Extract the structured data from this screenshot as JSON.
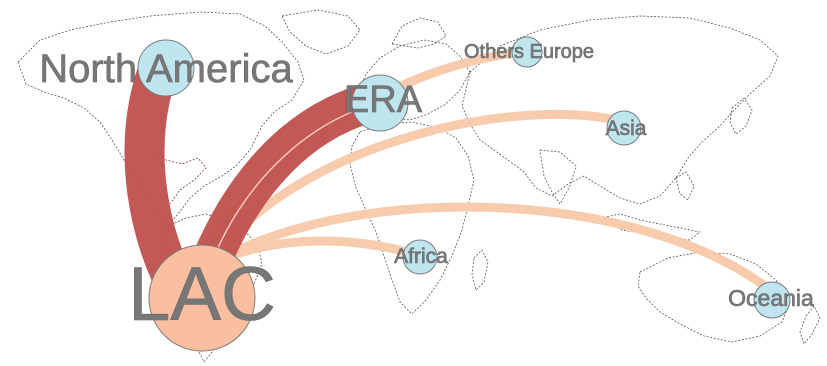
{
  "colors": {
    "flow_strong": "#c0504d",
    "flow_light": "#f8cbad",
    "origin_fill": "#f9bfa0",
    "node_fill": "#bfe6ef",
    "node_stroke": "#7a7a7a",
    "label": "#777777"
  },
  "regions": [
    {
      "id": "lac",
      "label": "LAC",
      "role": "origin"
    },
    {
      "id": "north_america",
      "label": "North America",
      "role": "destination"
    },
    {
      "id": "era",
      "label": "ERA",
      "role": "destination"
    },
    {
      "id": "others_europe",
      "label": "Others Europe",
      "role": "destination"
    },
    {
      "id": "asia",
      "label": "Asia",
      "role": "destination"
    },
    {
      "id": "africa",
      "label": "Africa",
      "role": "destination"
    },
    {
      "id": "oceania",
      "label": "Oceania",
      "role": "destination"
    }
  ],
  "flows": [
    {
      "from": "lac",
      "to": "north_america",
      "intensity": "high"
    },
    {
      "from": "lac",
      "to": "era",
      "intensity": "high"
    },
    {
      "from": "lac",
      "to": "others_europe",
      "intensity": "low"
    },
    {
      "from": "lac",
      "to": "asia",
      "intensity": "low"
    },
    {
      "from": "lac",
      "to": "africa",
      "intensity": "low"
    },
    {
      "from": "lac",
      "to": "oceania",
      "intensity": "low"
    }
  ]
}
